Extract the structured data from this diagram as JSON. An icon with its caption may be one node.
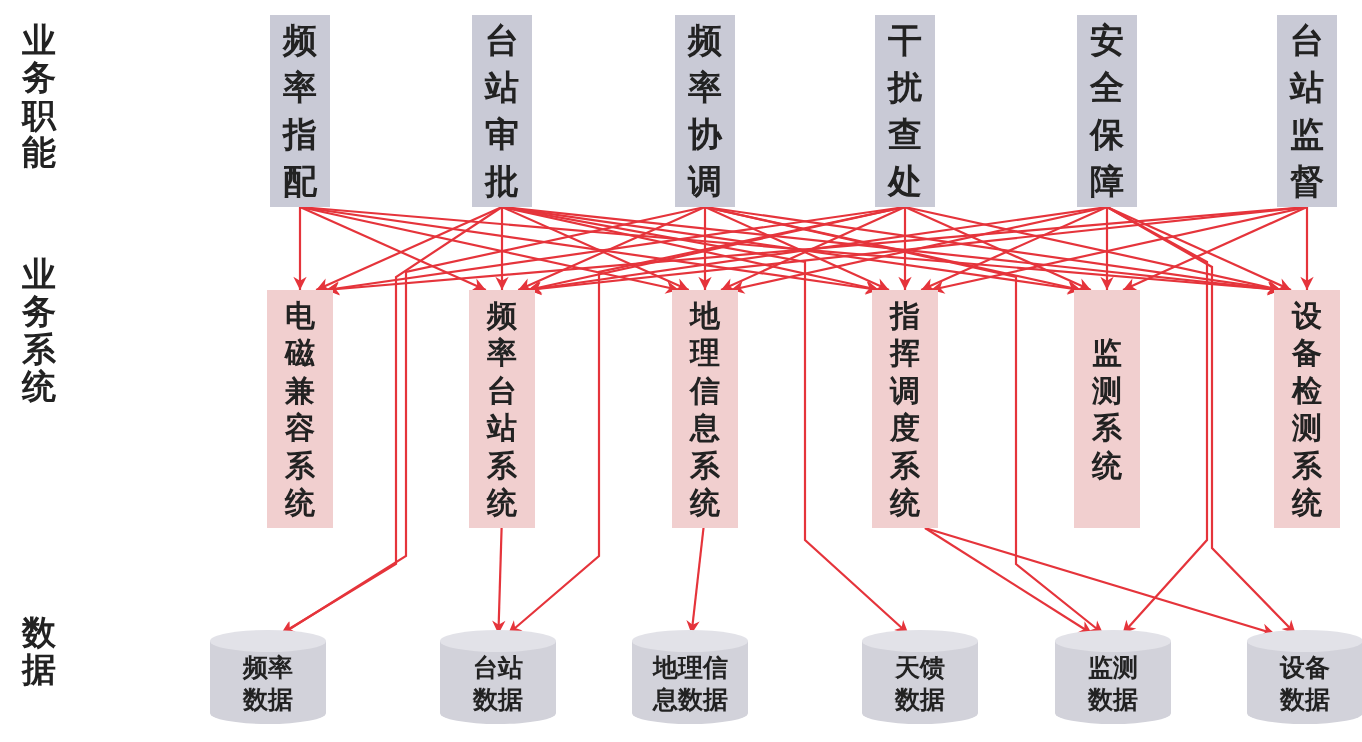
{
  "diagram": {
    "nodes": [
      {
        "text": [
          "频率指配"
        ]
      },
      {
        "text": [
          "台站审批"
        ]
      },
      {
        "text": [
          "频率协调"
        ]
      },
      {
        "text": [
          "干扰查处"
        ]
      },
      {
        "text": [
          "安全保障"
        ]
      },
      {
        "text": [
          "台站监督"
        ]
      },
      {
        "text": [
          "电磁兼容系统"
        ]
      },
      {
        "text": [
          "频率台站系统"
        ]
      },
      {
        "text": [
          "地理信息系统"
        ]
      },
      {
        "text": [
          "指挥调度系统"
        ]
      },
      {
        "text": [
          "监测系统"
        ]
      },
      {
        "text": [
          "设备检测系统"
        ]
      },
      {
        "text": [
          "频率数据"
        ]
      },
      {
        "text": [
          "台站数据"
        ]
      },
      {
        "text": [
          "地理信息数据"
        ]
      },
      {
        "text": [
          "天馈数据"
        ]
      },
      {
        "text": [
          "监测数据"
        ]
      },
      {
        "text": [
          "设备数据"
        ]
      }
    ],
    "edges": [
      {
        "from": 0,
        "to": 6,
        "arrow": "to"
      },
      {
        "from": 0,
        "to": 7,
        "arrow": "to"
      },
      {
        "from": 0,
        "to": 8,
        "arrow": "to"
      },
      {
        "from": 0,
        "to": 9,
        "arrow": "to"
      },
      {
        "from": 0,
        "to": 11,
        "arrow": "to"
      },
      {
        "from": 1,
        "to": 6,
        "arrow": "to"
      },
      {
        "from": 1,
        "to": 7,
        "arrow": "to"
      },
      {
        "from": 1,
        "to": 8,
        "arrow": "to"
      },
      {
        "from": 1,
        "to": 9,
        "arrow": "to"
      },
      {
        "from": 1,
        "to": 10,
        "arrow": "to"
      },
      {
        "from": 1,
        "to": 11,
        "arrow": "to"
      },
      {
        "from": 1,
        "to": 12,
        "arrow": "to"
      },
      {
        "from": 1,
        "to": 15,
        "arrow": "to"
      },
      {
        "from": 2,
        "to": 7,
        "arrow": "to"
      },
      {
        "from": 2,
        "to": 8,
        "arrow": "to"
      },
      {
        "from": 2,
        "to": 9,
        "arrow": "to"
      },
      {
        "from": 2,
        "to": 10,
        "arrow": "to"
      },
      {
        "from": 2,
        "to": 11,
        "arrow": "to"
      },
      {
        "from": 2,
        "to": 12,
        "arrow": "to"
      },
      {
        "from": 2,
        "to": 16,
        "arrow": "to"
      },
      {
        "from": 3,
        "to": 6,
        "arrow": "to"
      },
      {
        "from": 3,
        "to": 7,
        "arrow": "to"
      },
      {
        "from": 3,
        "to": 8,
        "arrow": "to"
      },
      {
        "from": 3,
        "to": 9,
        "arrow": "to"
      },
      {
        "from": 3,
        "to": 10,
        "arrow": "to"
      },
      {
        "from": 3,
        "to": 11,
        "arrow": "to"
      },
      {
        "from": 3,
        "to": 13,
        "arrow": "to"
      },
      {
        "from": 4,
        "to": 7,
        "arrow": "to"
      },
      {
        "from": 4,
        "to": 8,
        "arrow": "to"
      },
      {
        "from": 4,
        "to": 9,
        "arrow": "to"
      },
      {
        "from": 4,
        "to": 10,
        "arrow": "to"
      },
      {
        "from": 4,
        "to": 11,
        "arrow": "to"
      },
      {
        "from": 4,
        "to": 16,
        "arrow": "to"
      },
      {
        "from": 4,
        "to": 17,
        "arrow": "to"
      },
      {
        "from": 5,
        "to": 6,
        "arrow": "to"
      },
      {
        "from": 5,
        "to": 7,
        "arrow": "to"
      },
      {
        "from": 5,
        "to": 9,
        "arrow": "to"
      },
      {
        "from": 5,
        "to": 10,
        "arrow": "to"
      },
      {
        "from": 5,
        "to": 11,
        "arrow": "to"
      },
      {
        "from": 7,
        "to": 13,
        "arrow": "to"
      },
      {
        "from": 8,
        "to": 14,
        "arrow": "to"
      },
      {
        "from": 9,
        "to": 16,
        "arrow": "to"
      },
      {
        "from": 9,
        "to": 17,
        "arrow": "to"
      }
    ],
    "labels": [
      "业务职能",
      "业务系统",
      "数据"
    ]
  }
}
